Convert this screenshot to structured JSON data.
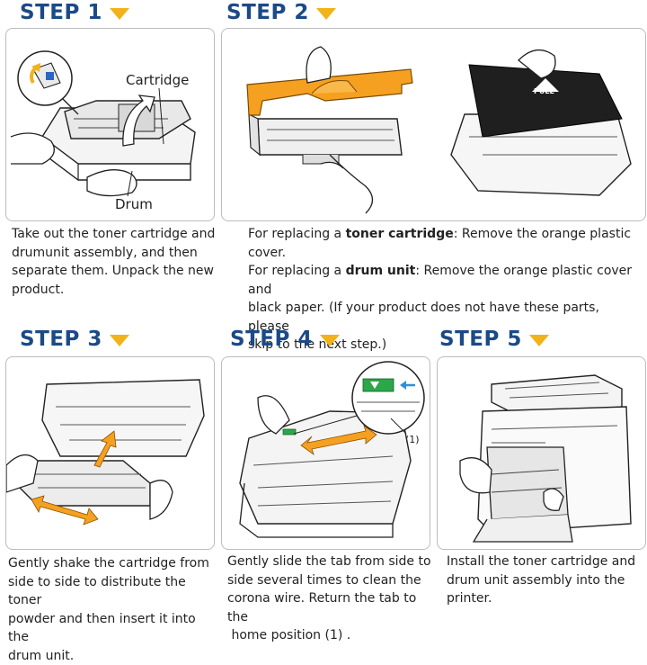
{
  "steps": [
    {
      "title": "STEP 1",
      "labels": {
        "cartridge": "Cartridge",
        "drum": "Drum"
      },
      "caption_lines": [
        "Take out the toner cartridge and",
        "drumunit assembly, and then",
        "separate them. Unpack the new",
        "product."
      ]
    },
    {
      "title": "STEP 2",
      "pull_label": "PULL",
      "caption": {
        "line1_prefix": "For replacing a ",
        "line1_bold": "toner cartridge",
        "line1_suffix": ": Remove the orange plastic cover.",
        "line2_prefix": "For replacing a ",
        "line2_bold": "drum unit",
        "line2_suffix": ": Remove the orange plastic cover and",
        "line3": "black paper. (If your product does not have these parts, please",
        "line4": "skip to the next step.)"
      }
    },
    {
      "title": "STEP 3",
      "caption_lines": [
        "Gently shake the cartridge from",
        "side to side to distribute the toner",
        "powder and then insert it into the",
        "drum unit."
      ]
    },
    {
      "title": "STEP 4",
      "callout_label": "(1)",
      "caption_lines": [
        "Gently slide the tab from side to",
        "side several times to clean the",
        "corona wire. Return the tab to the",
        " home position (1) ."
      ]
    },
    {
      "title": "STEP 5",
      "caption_lines": [
        "Install the toner cartridge and",
        "drum unit assembly into the",
        "printer."
      ]
    }
  ],
  "colors": {
    "title": "#1b4a86",
    "arrow": "#f2b21a",
    "orange": "#f5a020",
    "green": "#2aa84a",
    "callout_blue": "#2f8fd8"
  }
}
